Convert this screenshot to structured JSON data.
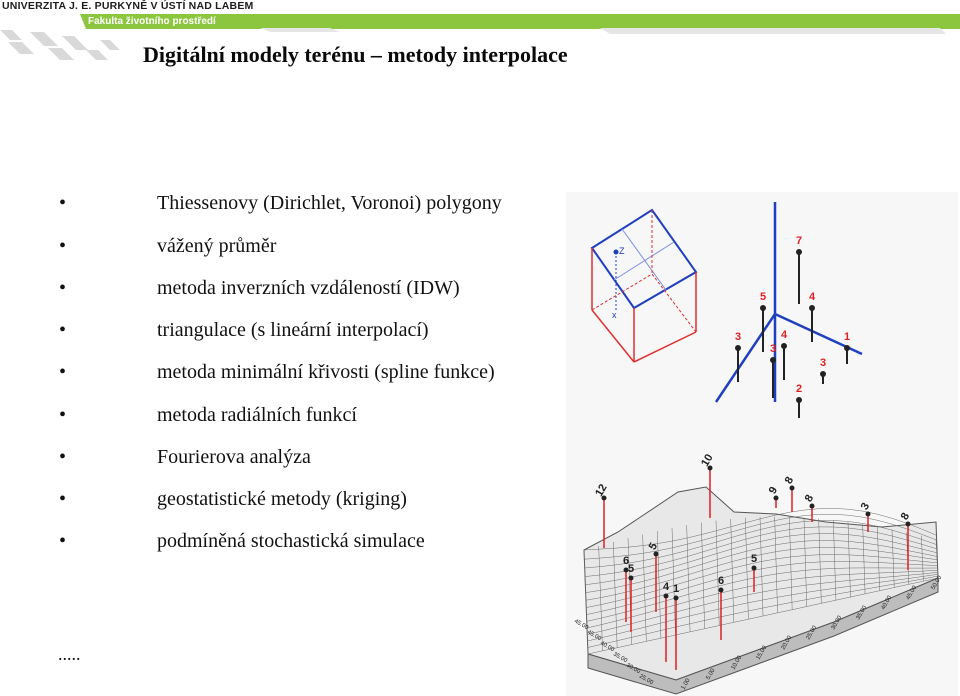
{
  "header": {
    "university": "UNIVERZITA J. E. PURKYNĚ V ÚSTÍ NAD LABEM",
    "faculty": "Fakulta životního prostředí",
    "colors": {
      "strip": "#8cc63f",
      "stripes": "#d4d4d4"
    }
  },
  "title": "Digitální modely terénu – metody interpolace",
  "methods": [
    "Thiessenovy (Dirichlet, Voronoi) polygony",
    "vážený průměr",
    "metoda inverzních vzdáleností (IDW)",
    "triangulace (s lineární interpolací)",
    "metoda minimální křivosti (spline funkce)",
    "metoda radiálních funkcí",
    "Fourierova analýza",
    "geostatistické metody (kriging)",
    "podmíněná stochastická simulace"
  ],
  "bullet_char": "•",
  "ellipsis": ".....",
  "figure": {
    "axis_labels": {
      "z": "Z",
      "x": "x"
    },
    "point_values_top": [
      "7",
      "5",
      "4",
      "3",
      "4",
      "3",
      "1",
      "3",
      "2"
    ],
    "point_values_surface": [
      "12",
      "10",
      "9",
      "8",
      "8",
      "3",
      "8",
      "5",
      "6",
      "5",
      "4",
      "1",
      "5",
      "6"
    ],
    "y_ticks": [
      "45.00",
      "45.00",
      "40.00",
      "35.00",
      "30.00",
      "25.00"
    ],
    "x_ticks": [
      "1.00",
      "5.00",
      "10.00",
      "15.00",
      "20.00",
      "25.00",
      "30.00",
      "35.00",
      "40.00",
      "45.00",
      "50.00"
    ],
    "colors": {
      "axes": "#1f3fbf",
      "box": "#e03030",
      "stems_top": "#222222",
      "stems_surface": "#e02020",
      "label_red": "#e02020",
      "mesh": "#555555"
    }
  }
}
